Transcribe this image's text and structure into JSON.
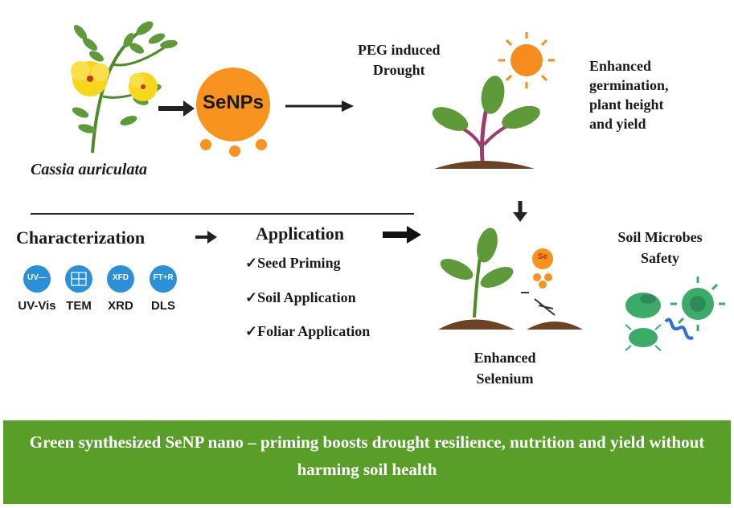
{
  "top": {
    "plant_name": "Cassia auriculata",
    "senps_label": "SeNPs",
    "drought_label": "PEG induced\nDrought",
    "enhanced_outcome": "Enhanced\ngermination,\nplant height\nand yield"
  },
  "characterization": {
    "title": "Characterization",
    "techniques": [
      {
        "icon_text": "UV—",
        "label": "UV-Vis",
        "icon": "uv-vis-icon"
      },
      {
        "icon_text": "",
        "label": "TEM",
        "icon": "tem-grid-icon"
      },
      {
        "icon_text": "XFD",
        "label": "XRD",
        "icon": "xrd-icon"
      },
      {
        "icon_text": "FT+R",
        "label": "DLS",
        "icon": "dls-icon"
      }
    ]
  },
  "application": {
    "title": "Application",
    "items": [
      "✓Seed Priming",
      "✓Soil Application",
      "✓Foliar Application"
    ]
  },
  "result": {
    "se_badge": "Se",
    "label": "Enhanced\nSelenium"
  },
  "microbes": {
    "label": "Soil Microbes\nSafety"
  },
  "banner": {
    "text": "Green synthesized SeNP nano – priming boosts drought resilience, nutrition and yield without harming soil health"
  },
  "colors": {
    "flower_yellow": "#f7d71e",
    "leaf_green": "#5e9a3a",
    "nanoparticle_orange": "#f7931e",
    "sun_orange": "#f68b1f",
    "stem_purple": "#9b3d6b",
    "soil_brown": "#6b4226",
    "icon_blue": "#2d8fd5",
    "microbe_green": "#3cab6a",
    "banner_green": "#5a9e2a"
  }
}
